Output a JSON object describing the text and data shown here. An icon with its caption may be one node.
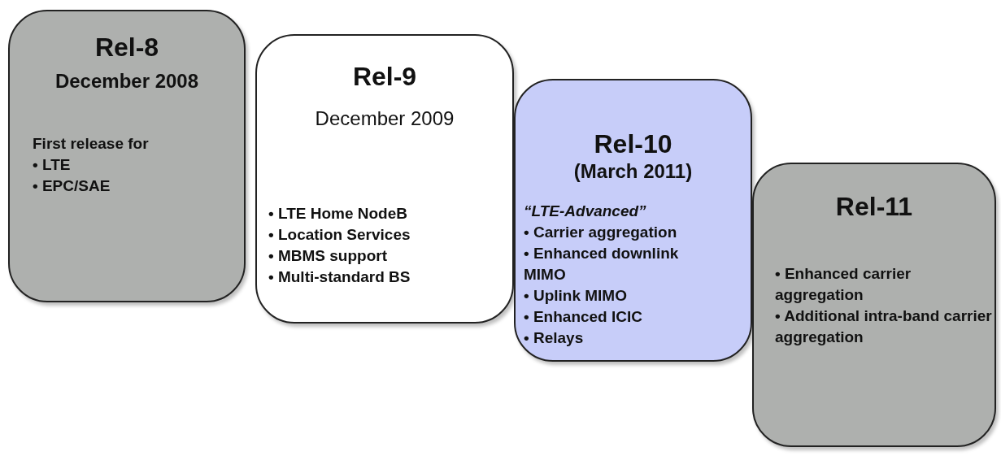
{
  "diagram": {
    "nodes": [
      {
        "text": [
          "Rel-8",
          "December 2008",
          "First release for",
          "• LTE",
          "• EPC/SAE"
        ]
      },
      {
        "text": [
          "Rel-9",
          "December 2009",
          "• LTE Home NodeB",
          "• Location Services",
          "• MBMS support",
          "• Multi-standard BS"
        ]
      },
      {
        "text": [
          "Rel-10",
          "(March 2011)",
          "“LTE-Advanced”",
          "• Carrier aggregation",
          "• Enhanced downlink MIMO",
          "• Uplink MIMO",
          "• Enhanced ICIC",
          "• Relays"
        ]
      },
      {
        "text": [
          "Rel-11",
          "• Enhanced carrier aggregation",
          "• Additional intra-band carrier aggregation"
        ]
      }
    ],
    "edges": []
  }
}
